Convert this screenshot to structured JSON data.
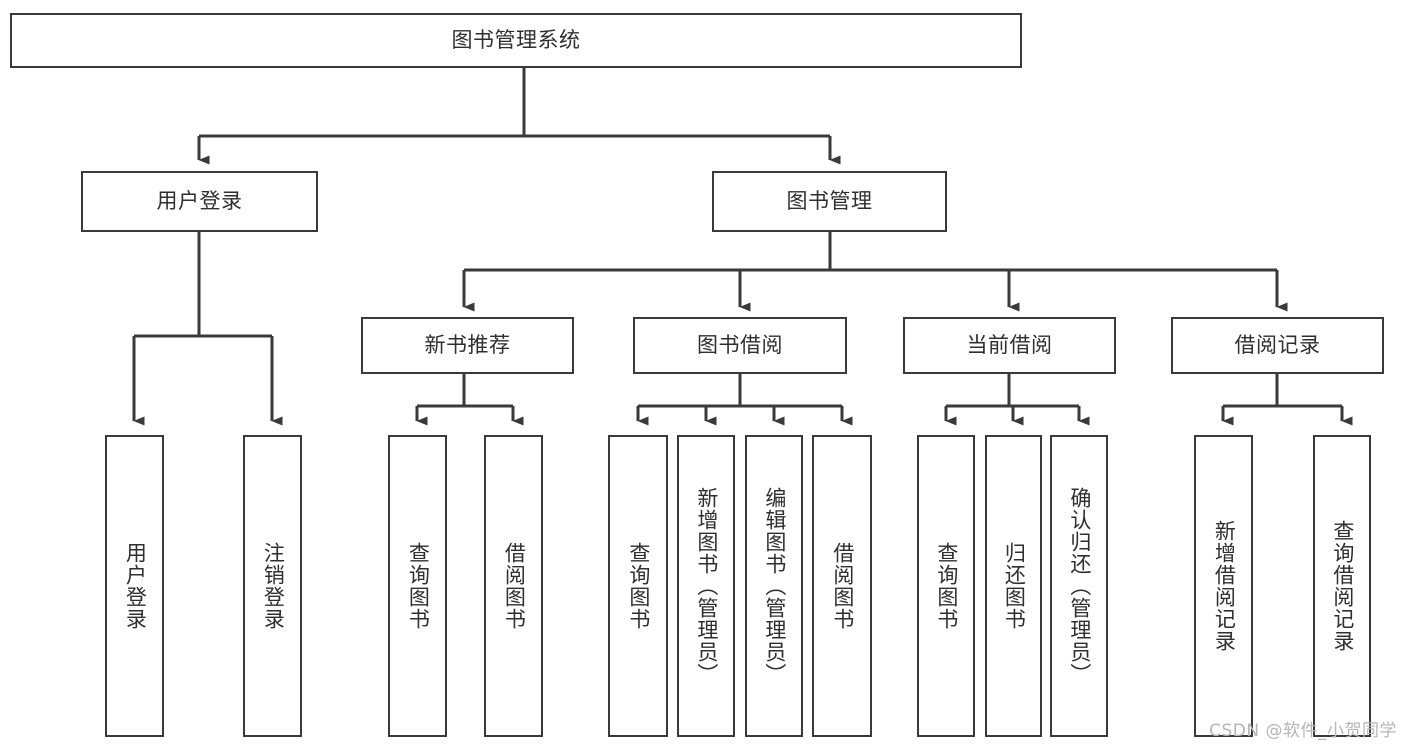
{
  "diagram": {
    "type": "tree",
    "title": "图书管理系统",
    "colors": {
      "line": "#3a3a3a",
      "box_border": "#3a3a3a",
      "box_fill": "#ffffff",
      "text": "#2f2f2f",
      "background": "#ffffff",
      "watermark": "#b6b6b6"
    },
    "root": {
      "label": "图书管理系统"
    },
    "level2": [
      {
        "label": "用户登录"
      },
      {
        "label": "图书管理"
      }
    ],
    "level3": [
      {
        "label": "新书推荐"
      },
      {
        "label": "图书借阅"
      },
      {
        "label": "当前借阅"
      },
      {
        "label": "借阅记录"
      }
    ],
    "leaves": {
      "user_login": [
        {
          "label": "用户登录"
        },
        {
          "label": "注销登录"
        }
      ],
      "new_book_recommend": [
        {
          "label": "查询图书"
        },
        {
          "label": "借阅图书"
        }
      ],
      "book_borrow": [
        {
          "label": "查询图书"
        },
        {
          "label": "新增图书（管理员）"
        },
        {
          "label": "编辑图书（管理员）"
        },
        {
          "label": "借阅图书"
        }
      ],
      "current_borrow": [
        {
          "label": "查询图书"
        },
        {
          "label": "归还图书"
        },
        {
          "label": "确认归还（管理员）"
        }
      ],
      "borrow_record": [
        {
          "label": "新增借阅记录"
        },
        {
          "label": "查询借阅记录"
        }
      ]
    }
  },
  "watermark": {
    "text": "CSDN @软件_小贺同学"
  }
}
